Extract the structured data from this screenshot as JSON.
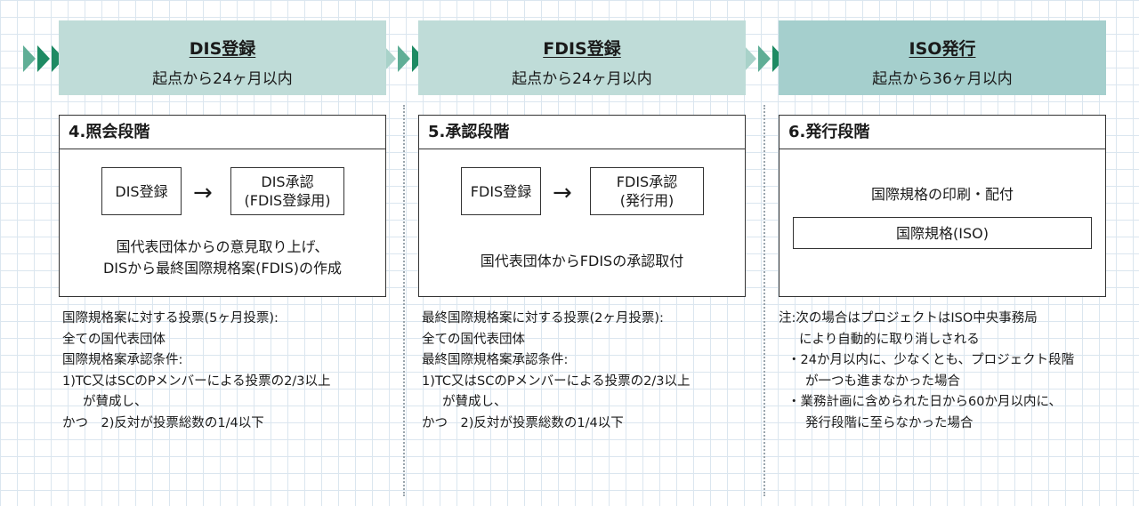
{
  "colors": {
    "header_bg": "#bfdcd8",
    "header_bg_last": "#a5cfcd",
    "chevron_light": "#a8d2c9",
    "chevron_mid": "#5fae96",
    "chevron_dark": "#1d8a63",
    "grid_line": "#dbe6ef"
  },
  "stages": [
    {
      "title": "DIS登録",
      "subtitle": "起点から24ヶ月以内",
      "phase_title": "4.照会段階",
      "flow_left": "DIS登録",
      "flow_arrow": "→",
      "flow_right": "DIS承認\n(FDIS登録用)",
      "desc_1": "国代表団体からの意見取り上げ、",
      "desc_2": "DISから最終国際規格案(FDIS)の作成",
      "notes": [
        "国際規格案に対する投票(5ヶ月投票):",
        "全ての国代表団体",
        "国際規格案承認条件:",
        "1)TC又はSCのPメンバーによる投票の2/3以上",
        "が賛成し、",
        "かつ　2)反対が投票総数の1/4以下"
      ]
    },
    {
      "title": "FDIS登録",
      "subtitle": "起点から24ヶ月以内",
      "phase_title": "5.承認段階",
      "flow_left": "FDIS登録",
      "flow_arrow": "→",
      "flow_right": "FDIS承認\n(発行用)",
      "desc_1": "国代表団体からFDISの承認取付",
      "notes": [
        "最終国際規格案に対する投票(2ヶ月投票):",
        "全ての国代表団体",
        "最終国際規格案承認条件:",
        "1)TC又はSCのPメンバーによる投票の2/3以上",
        "が賛成し、",
        "かつ　2)反対が投票総数の1/4以下"
      ]
    },
    {
      "title": "ISO発行",
      "subtitle": "起点から36ヶ月以内",
      "phase_title": "6.発行段階",
      "label": "国際規格の印刷・配付",
      "box": "国際規格(ISO)",
      "notes": [
        "注:次の場合はプロジェクトはISO中央事務局",
        "により自動的に取り消しされる",
        "・24か月以内に、少なくとも、プロジェクト段階",
        "が一つも進まなかった場合",
        "・業務計画に含められた日から60か月以内に、",
        "発行段階に至らなかった場合"
      ]
    }
  ]
}
